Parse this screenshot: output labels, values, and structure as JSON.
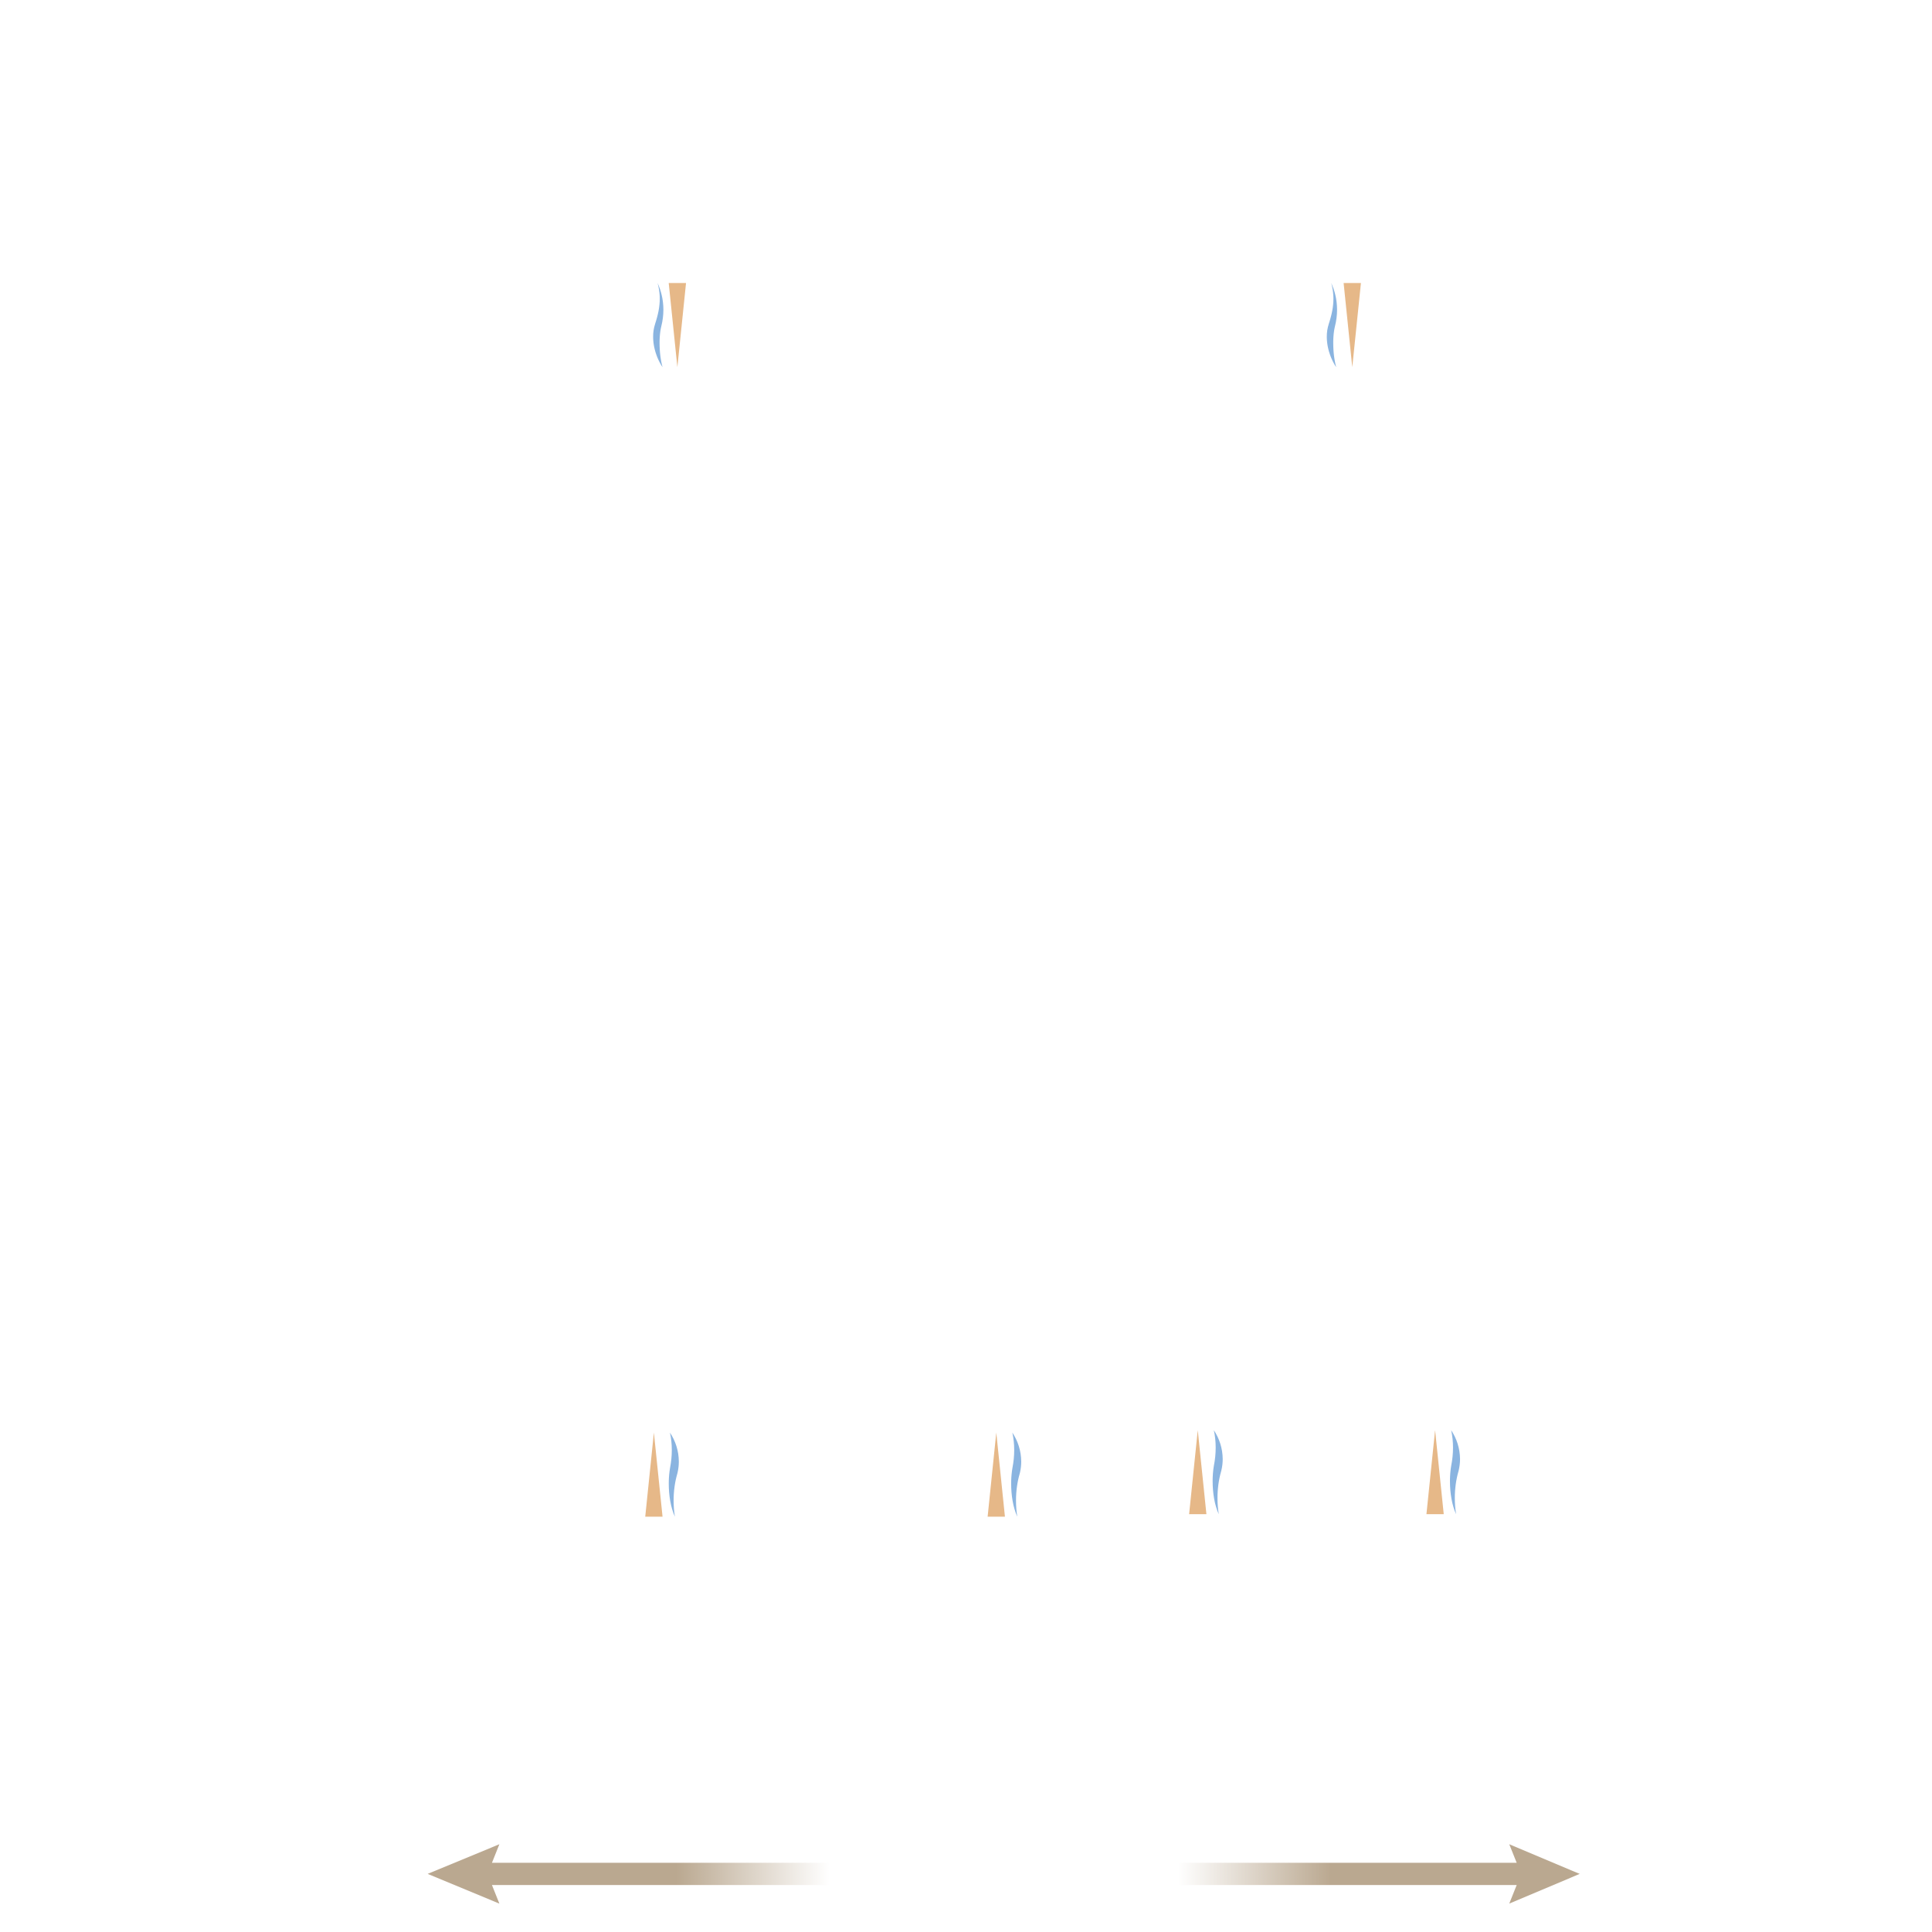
{
  "colors": {
    "background": "#ffffff",
    "wedge": "#e6b888",
    "wisp": "#8ab4e0",
    "arrow": "#baa890"
  },
  "marks": {
    "top_pairs": 2,
    "bottom_pairs": 4,
    "arrows": [
      "left",
      "right"
    ]
  }
}
